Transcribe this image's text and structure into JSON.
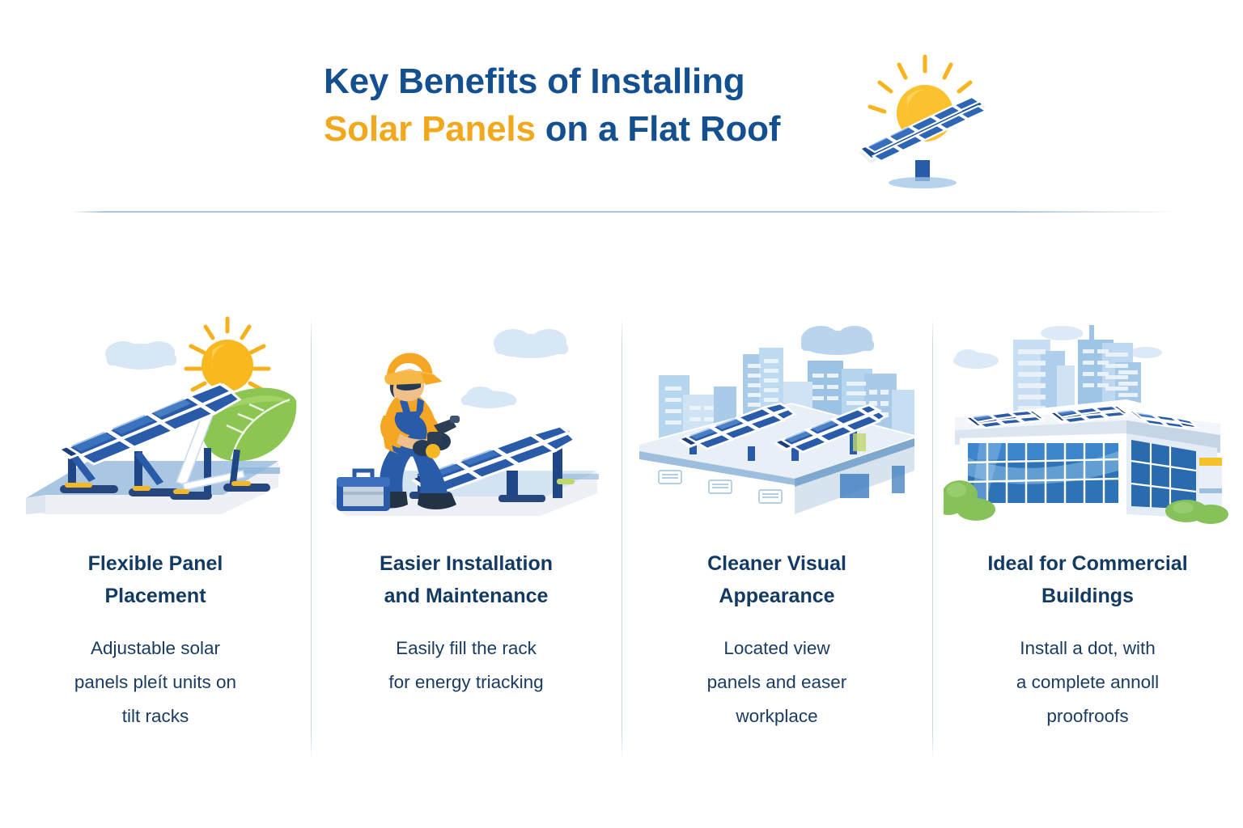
{
  "header": {
    "title_line1_main": "Key Benefits of Installing",
    "title_line2_accent": "Solar Panels",
    "title_line2_rest": " on a Flat Roof",
    "art_icon": "solar-panel-with-sun-icon",
    "colors": {
      "title_blue": "#14508F",
      "title_amber": "#F2A81D",
      "rule": "#A8C2DD"
    }
  },
  "colors": {
    "background": "#FFFFFF",
    "heading_navy": "#123A63",
    "body_navy": "#1A3C63",
    "divider": "#C6D9EB",
    "panel_dark": "#1B3D7A",
    "panel_mid": "#2A5BA8",
    "panel_light": "#3E7BC4",
    "sun_yellow": "#F7B41C",
    "leaf_green": "#7DBE4C",
    "helmet_yellow": "#F5A623",
    "overall_blue": "#2A5BA8",
    "roof_blue": "#A9C6E3",
    "roof_pale": "#EDF1F5",
    "sky_building": "#B9D4EC",
    "glass_blue": "#2E73B8",
    "bush_green": "#86C15A"
  },
  "columns": [
    {
      "id": "flexible-panel-placement",
      "art_icon": "tilted-solar-panel-rack-with-sun-and-leaf-icon",
      "heading": "Flexible Panel\nPlacement",
      "body": "Adjustable solar\npanels pleít units on\ntilt racks"
    },
    {
      "id": "easier-installation-and-maintenance",
      "art_icon": "technician-installing-solar-panel-icon",
      "heading": "Easier Installation\nand Maintenance",
      "body": "Easily fill the rack\nfor energy triacking"
    },
    {
      "id": "cleaner-visual-appearance",
      "art_icon": "flat-roof-with-solar-arrays-and-city-skyline-icon",
      "heading": "Cleaner Visual\nAppearance",
      "body": "Located view\npanels and easer\nworkplace"
    },
    {
      "id": "ideal-for-commercial-buildings",
      "art_icon": "commercial-glass-building-with-rooftop-solar-icon",
      "heading": "Ideal for Commercial\nBuildings",
      "body": "Install a dot, with\na complete annoll\nproofroofs"
    }
  ]
}
